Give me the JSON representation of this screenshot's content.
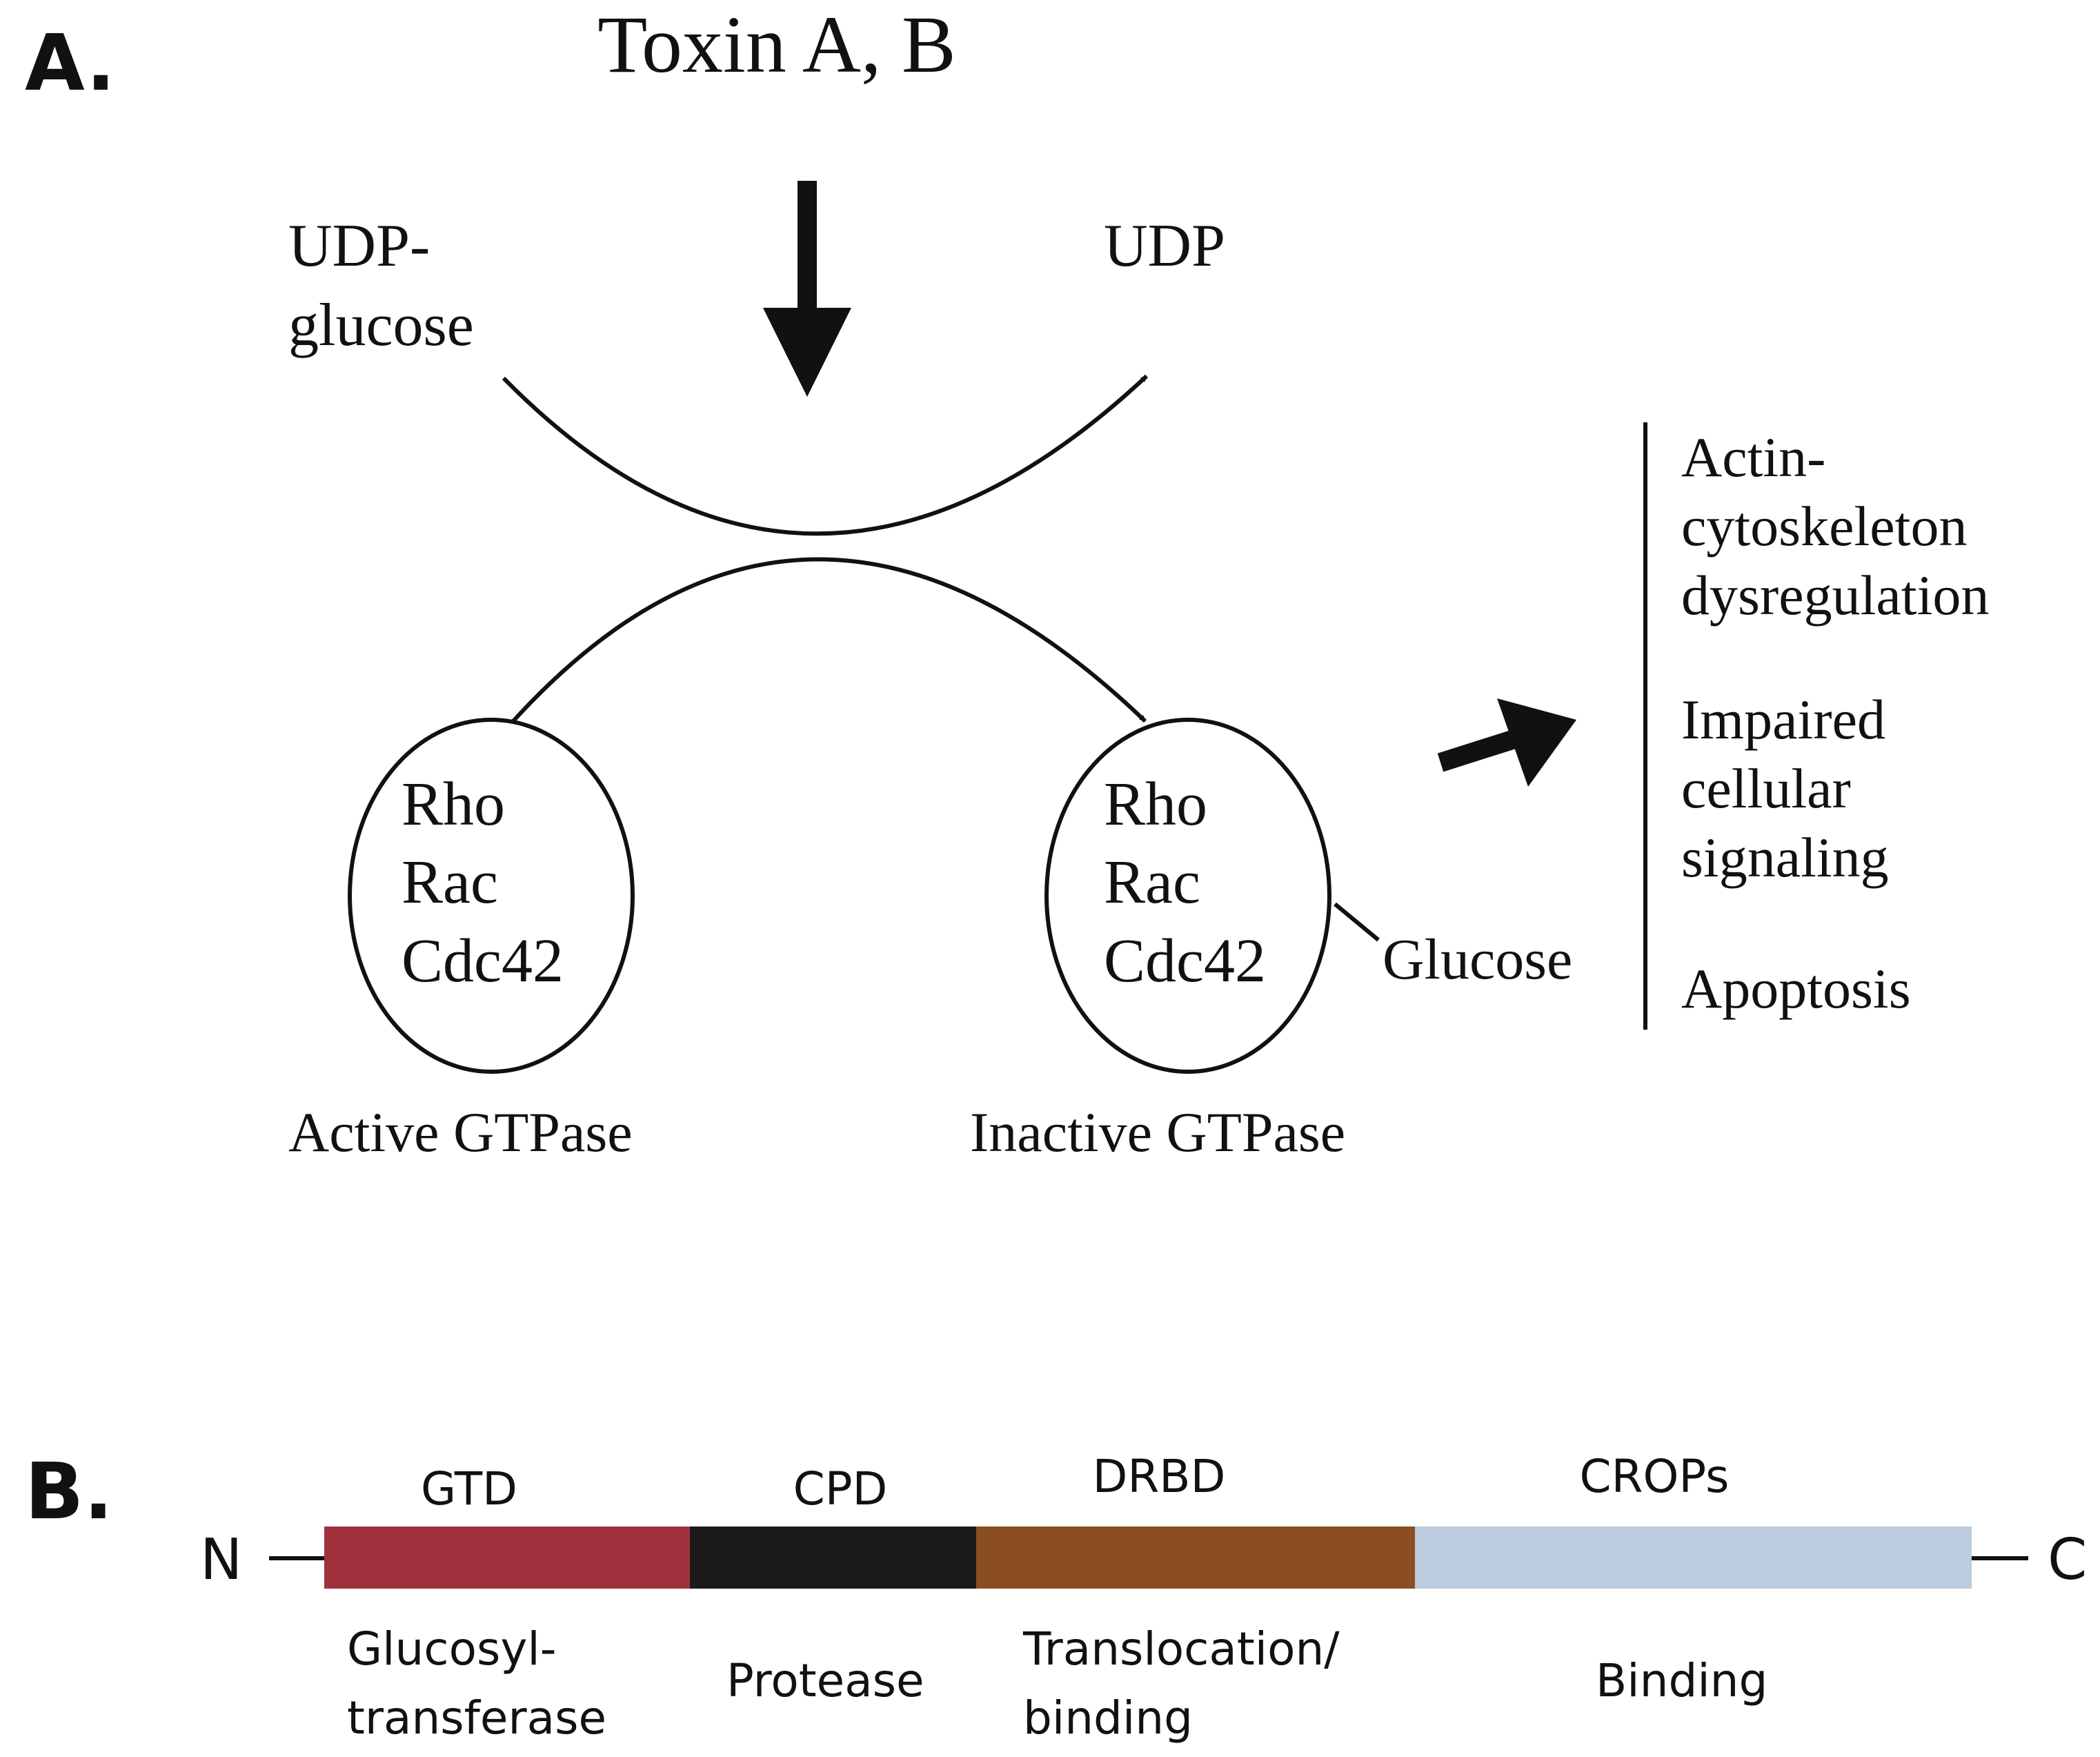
{
  "panel_a": {
    "label": "A.",
    "toxin": "Toxin A, B",
    "udp_glucose_line1": "UDP-",
    "udp_glucose_line2": "glucose",
    "udp": "UDP",
    "active_gtpase": {
      "line1": "Rho",
      "line2": "Rac",
      "line3": "Cdc42",
      "caption": "Active GTPase"
    },
    "inactive_gtpase": {
      "line1": "Rho",
      "line2": "Rac",
      "line3": "Cdc42",
      "caption": "Inactive GTPase",
      "attached": "Glucose"
    },
    "effects": [
      {
        "lines": [
          "Actin-",
          "cytoskeleton",
          "dysregulation"
        ]
      },
      {
        "lines": [
          "Impaired",
          "cellular",
          "signaling"
        ]
      },
      {
        "lines": [
          "Apoptosis"
        ]
      }
    ]
  },
  "panel_b": {
    "label": "B.",
    "n_terminus": "N",
    "c_terminus": "C",
    "domains": [
      {
        "name": "GTD",
        "function_lines": [
          "Glucosyl-",
          "transferase"
        ],
        "color": "#a0313c"
      },
      {
        "name": "CPD",
        "function_lines": [
          "Protease"
        ],
        "color": "#1a1a1a"
      },
      {
        "name": "DRBD",
        "function_lines": [
          "Translocation/",
          "binding"
        ],
        "color": "#8b4e22"
      },
      {
        "name": "CROPs",
        "function_lines": [
          "Binding"
        ],
        "color": "#bccbdd"
      }
    ]
  }
}
